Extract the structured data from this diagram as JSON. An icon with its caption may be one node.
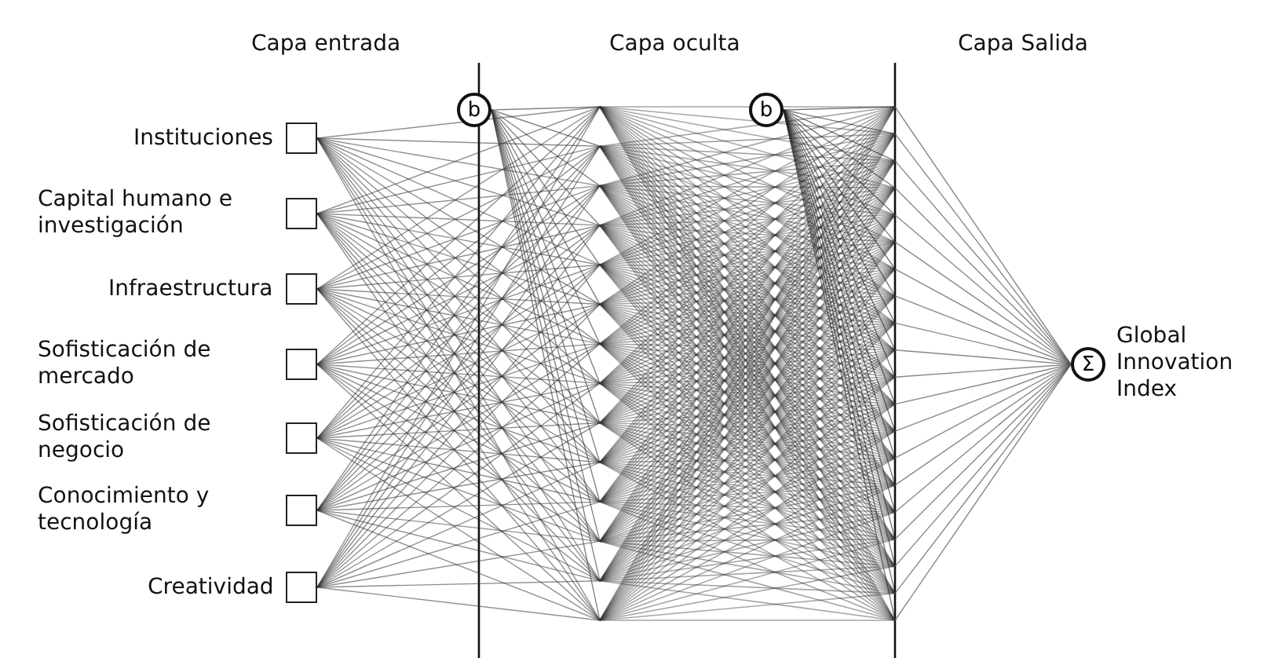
{
  "diagram": {
    "nodes": [
      {
        "text": [],
        "shape": "box",
        "beside": [
          "Instituciones"
        ]
      },
      {
        "text": [],
        "shape": "box",
        "beside": [
          "Capital humano e investigación"
        ]
      },
      {
        "text": [],
        "shape": "box",
        "beside": [
          "Infraestructura"
        ]
      },
      {
        "text": [],
        "shape": "box",
        "beside": [
          "Sofisticación de mercado"
        ]
      },
      {
        "text": [],
        "shape": "box",
        "beside": [
          "Sofisticación de negocio"
        ]
      },
      {
        "text": [],
        "shape": "box",
        "beside": [
          "Conocimiento y tecnología"
        ]
      },
      {
        "text": [],
        "shape": "box",
        "beside": [
          "Creatividad"
        ]
      },
      {
        "text": [
          "b"
        ]
      },
      {
        "text": [
          "b"
        ]
      },
      {
        "text": [
          "Σ"
        ],
        "beside": [
          "Global Innovation Index"
        ]
      }
    ],
    "labels": [
      "Capa entrada",
      "Capa oculta",
      "Capa Salida"
    ]
  }
}
